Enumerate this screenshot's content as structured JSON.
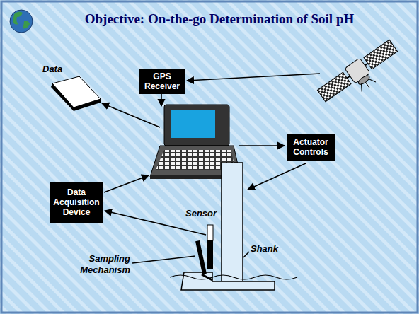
{
  "diagram": {
    "title": "Objective: On-the-go Determination of Soil pH",
    "nodes": [
      {
        "text": [
          "GPS Receiver"
        ]
      },
      {
        "text": [
          "Actuator Controls"
        ]
      },
      {
        "text": [
          "Data Acquisition Device"
        ]
      }
    ],
    "labels": [
      "Data",
      "Sensor",
      "Sampling Mechanism",
      "Shank"
    ]
  }
}
